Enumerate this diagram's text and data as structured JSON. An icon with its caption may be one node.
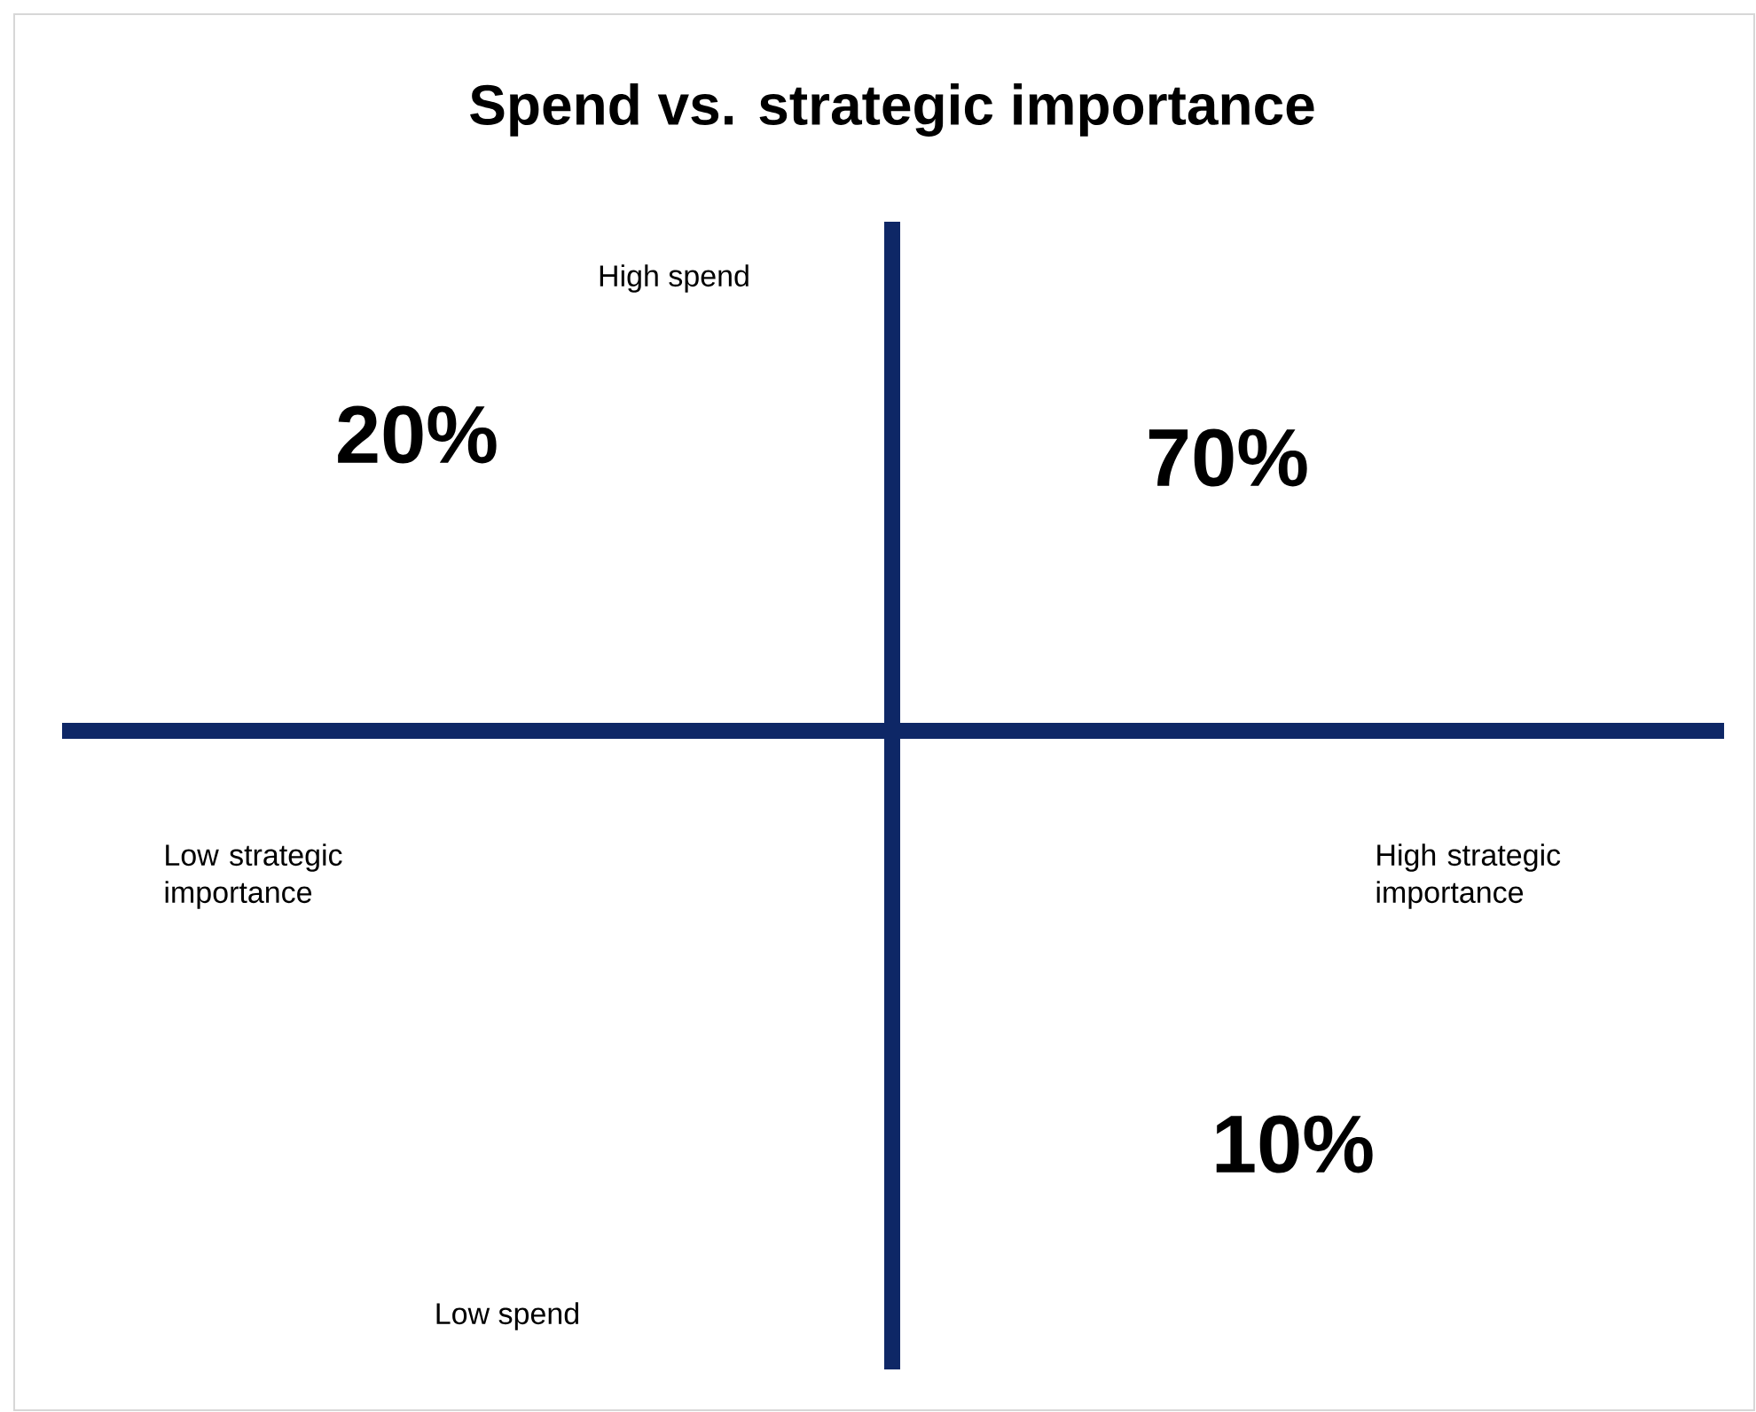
{
  "diagram": {
    "title": "Spend vs. strategic importance",
    "labels": [
      "High spend",
      "20%",
      "70%",
      "Low strategic importance",
      "High strategic importance",
      "10%",
      "Low spend"
    ]
  }
}
